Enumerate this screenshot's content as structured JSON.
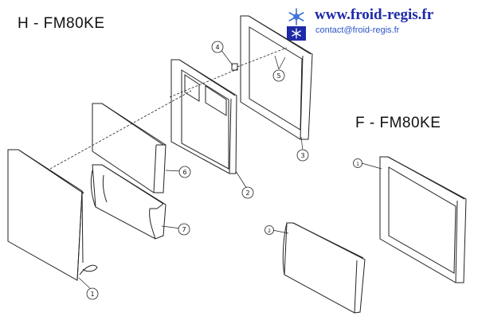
{
  "header": {
    "url": "www.froid-regis.fr",
    "contact": "contact@froid-regis.fr"
  },
  "diagrams": [
    {
      "title": "H - FM80KE",
      "callouts": [
        "1",
        "2",
        "3",
        "4",
        "5",
        "6",
        "7"
      ]
    },
    {
      "title": "F - FM80KE",
      "callouts": [
        "1",
        "2"
      ]
    }
  ],
  "icons": {
    "logo": "snowflake-logo-icon"
  },
  "colors": {
    "url": "#1e2aa8",
    "contact": "#2b55c8",
    "logo": "#3b6fd6",
    "line": "#222222"
  }
}
